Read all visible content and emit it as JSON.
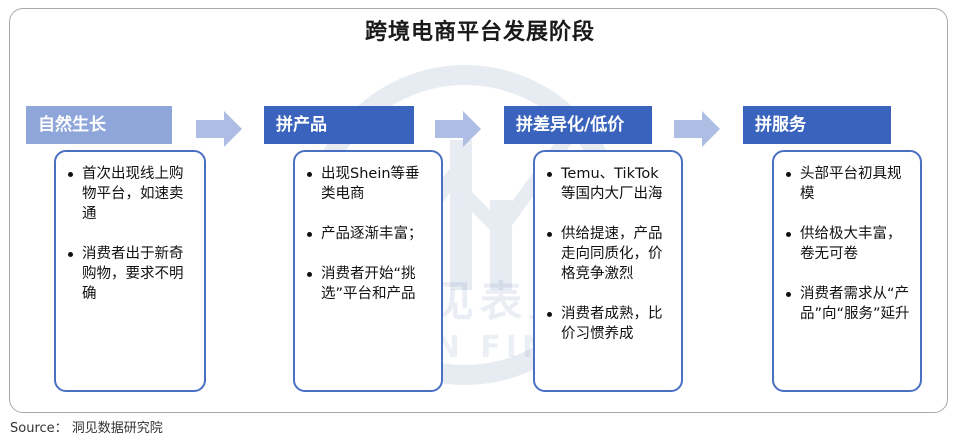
{
  "title": "跨境电商平台发展阶段",
  "watermark": {
    "brand_cn": "洞见表里",
    "brand_en": "VISION FINANCE"
  },
  "stages": [
    {
      "header": "自然生长",
      "bullets": [
        "首次出现线上购物平台，如速卖通",
        "消费者出于新奇购物，要求不明确"
      ]
    },
    {
      "header": "拼产品",
      "bullets": [
        "出现Shein等垂类电商",
        "产品逐渐丰富；",
        "消费者开始“挑选”平台和产品"
      ]
    },
    {
      "header": "拼差异化/低价",
      "bullets": [
        "Temu、TikTok等国内大厂出海",
        "供给提速，产品走向同质化，价格竞争激烈",
        "消费者成熟，比价习惯养成"
      ]
    },
    {
      "header": "拼服务",
      "bullets": [
        "头部平台初具规模",
        "供给极大丰富，卷无可卷",
        "消费者需求从“产品”向“服务”延升"
      ]
    }
  ],
  "source": "Source： 洞见数据研究院",
  "colors": {
    "header_light": "#8fa6da",
    "header_dark": "#3a63be",
    "box_border": "#4a70c4",
    "arrow": "#aebde4"
  }
}
